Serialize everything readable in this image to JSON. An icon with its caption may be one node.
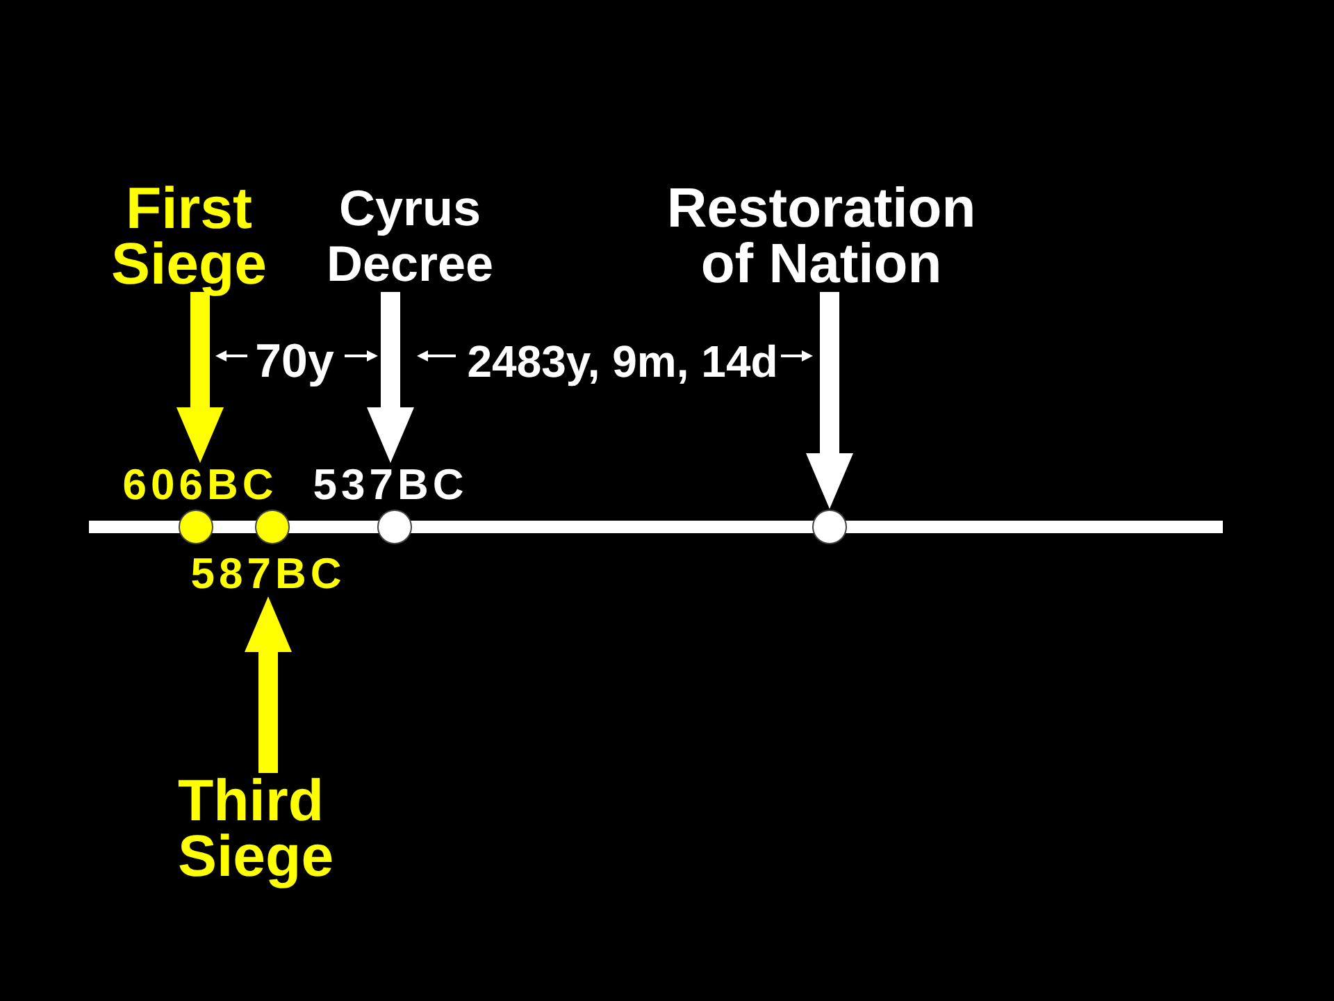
{
  "diagram": {
    "nodes": [
      {
        "text": [
          "First Siege"
        ]
      },
      {
        "text": [
          "Cyrus Decree"
        ]
      },
      {
        "text": [
          "Restoration of Nation"
        ]
      },
      {
        "text": [
          "606BC"
        ]
      },
      {
        "text": [
          "537BC"
        ]
      },
      {
        "text": [],
        "shape": "circle"
      },
      {
        "text": [],
        "shape": "circle"
      },
      {
        "text": [],
        "shape": "circle"
      },
      {
        "text": [],
        "shape": "circle"
      },
      {
        "text": [
          "587BC"
        ]
      },
      {
        "text": [
          "Third Siege"
        ]
      }
    ],
    "edges": [
      {
        "from": 0,
        "to": 3,
        "arrow": "to",
        "color": "#ffff00"
      },
      {
        "from": 1,
        "to": 4,
        "arrow": "to",
        "color": "#ffffff"
      },
      {
        "from": 2,
        "to": 8,
        "arrow": "to",
        "color": "#ffffff"
      },
      {
        "from": 10,
        "to": 9,
        "arrow": "to",
        "color": "#ffff00"
      }
    ],
    "labels": [
      "70y",
      "2483y, 9m, 14d"
    ]
  }
}
